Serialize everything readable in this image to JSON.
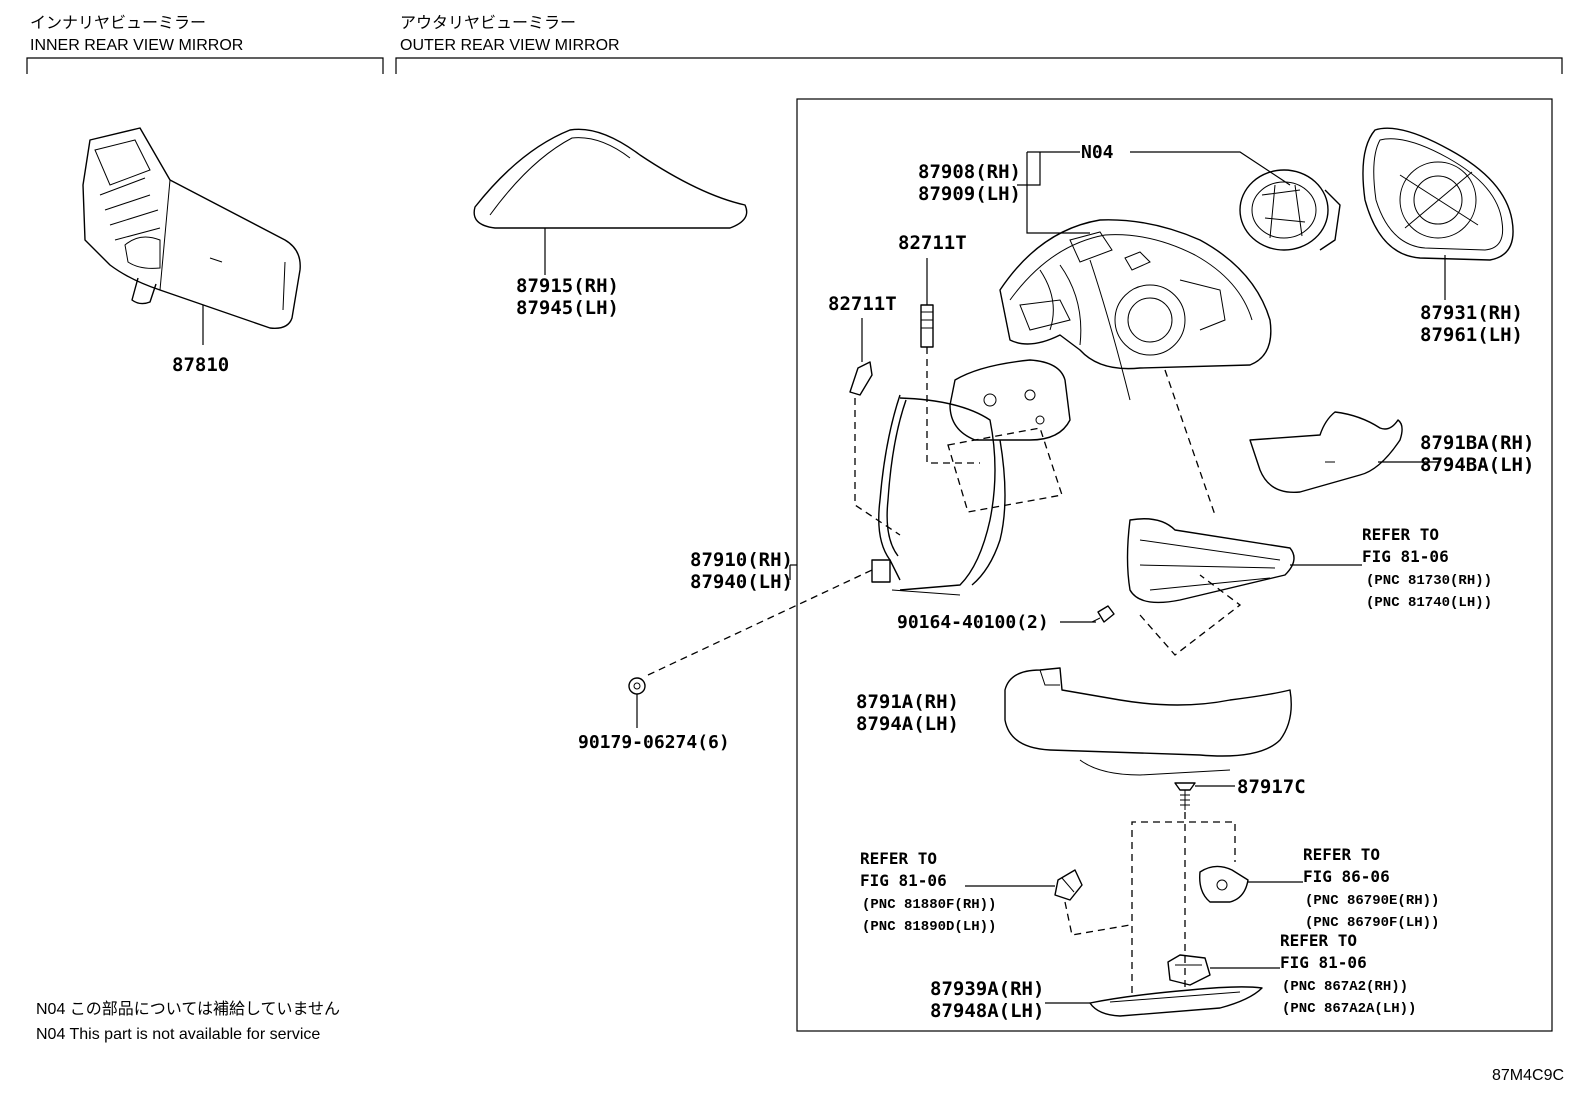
{
  "sections": {
    "inner": {
      "title_jp": "インナリヤビューミラー",
      "title_en": "INNER REAR VIEW MIRROR"
    },
    "outer": {
      "title_jp": "アウタリヤビューミラー",
      "title_en": "OUTER REAR VIEW MIRROR"
    }
  },
  "parts": {
    "p87810": "87810",
    "p87915": "87915(RH)",
    "p87945": "87945(LH)",
    "p87908": "87908(RH)",
    "p87909": "87909(LH)",
    "n04": "N04",
    "p82711t_a": "82711T",
    "p82711t_b": "82711T",
    "p87931": "87931(RH)",
    "p87961": "87961(LH)",
    "p8791ba": "8791BA(RH)",
    "p8794ba": "8794BA(LH)",
    "p87910": "87910(RH)",
    "p87940": "87940(LH)",
    "p90164": "90164-40100(2)",
    "p90179": "90179-06274(6)",
    "p8791a": "8791A(RH)",
    "p8794a": "8794A(LH)",
    "p87917c": "87917C",
    "p87939a": "87939A(RH)",
    "p87948a": "87948A(LH)"
  },
  "refs": {
    "r1": {
      "line1": "REFER TO",
      "line2": "FIG 81-06",
      "line3": "(PNC 81730(RH))",
      "line4": "(PNC 81740(LH))"
    },
    "r2": {
      "line1": "REFER TO",
      "line2": "FIG 81-06",
      "line3": "(PNC 81880F(RH))",
      "line4": "(PNC 81890D(LH))"
    },
    "r3": {
      "line1": "REFER TO",
      "line2": "FIG 86-06",
      "line3": "(PNC 86790E(RH))",
      "line4": "(PNC 86790F(LH))"
    },
    "r4": {
      "line1": "REFER TO",
      "line2": "FIG 81-06",
      "line3": "(PNC 867A2(RH))",
      "line4": "(PNC 867A2A(LH))"
    }
  },
  "notes": {
    "jp": "N04 この部品については補給していません",
    "en": "N04 This part is not available for service"
  },
  "figure_code": "87M4C9C"
}
